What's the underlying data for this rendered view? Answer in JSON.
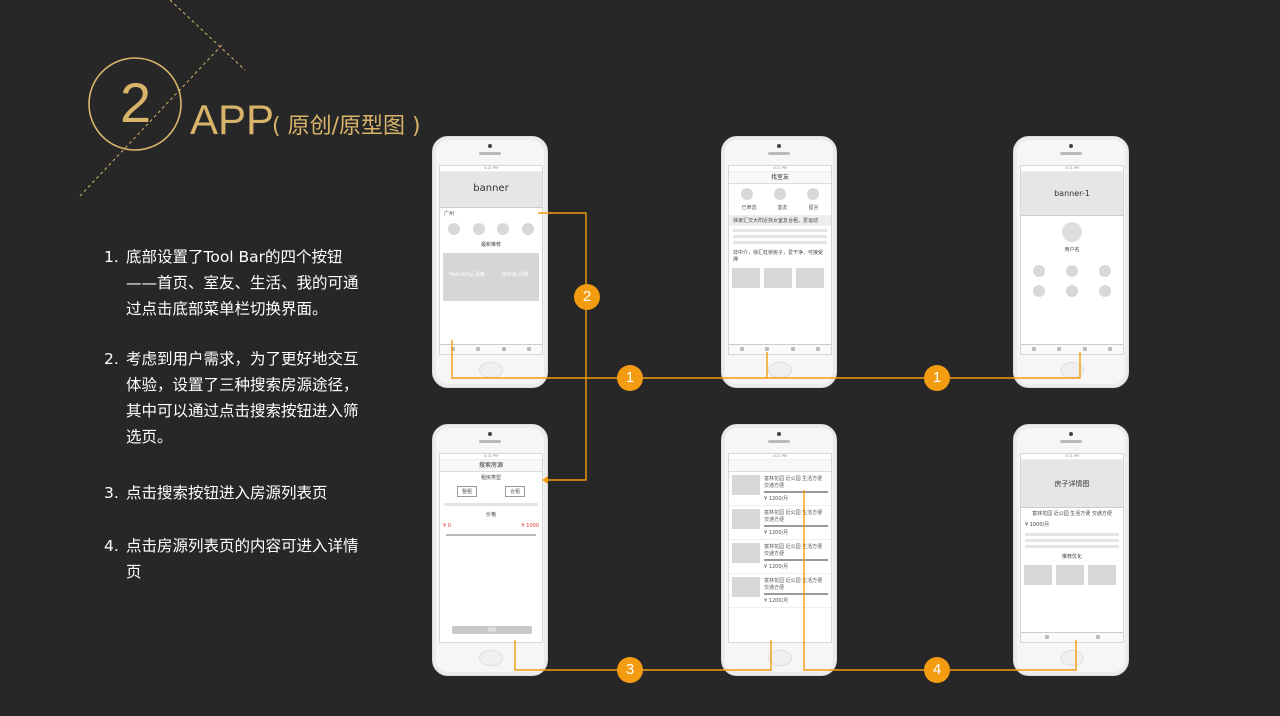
{
  "header": {
    "number": "2",
    "title": "APP",
    "subtitle": "( 原创/原型图 )"
  },
  "descriptions": [
    {
      "num": "1.",
      "text": "底部设置了Tool Bar的四个按钮——首页、室友、生活、我的可通过点击底部菜单栏切换界面。"
    },
    {
      "num": "2.",
      "text": "考虑到用户需求，为了更好地交互体验，设置了三种搜索房源途径，其中可以通过点击搜索按钮进入筛选页。"
    },
    {
      "num": "3.",
      "text": "点击搜索按钮进入房源列表页"
    },
    {
      "num": "4.",
      "text": "点击房源列表页的内容可进入详情页"
    }
  ],
  "phones": {
    "home": {
      "banner": "banner",
      "city": "广州",
      "section": "最新推荐",
      "box1": "HelloKitty 风格",
      "box2": "地中海 风格"
    },
    "roommate": {
      "title": "找室友",
      "c1": "已筛选",
      "c2": "室友",
      "c3": "留言",
      "post1": "徐家汇交大附近找女室友合租，爱运动",
      "post2": "非中介，徐汇虹桥房子，爱干净，可接受押"
    },
    "profile": {
      "banner": "banner-1",
      "name": "用户名"
    },
    "search": {
      "title": "搜索房源",
      "type": "租房类型",
      "opt1": "整租",
      "opt2": "合租",
      "price": "价格",
      "min": "¥ 0",
      "max": "¥ 1000",
      "button": "搜索"
    },
    "list": {
      "items": [
        "富林花园 近公园 生活方便 交通方便",
        "富林花园 近公园 生活方便 交通方便",
        "富林花园 近公园 生活方便 交通方便",
        "富林花园 近公园 生活方便 交通方便"
      ],
      "price": "¥ 1200/月"
    },
    "detail": {
      "banner": "房子详情图",
      "title": "富林花园 近公园 生活方便 交通方便",
      "price": "¥ 1000/月",
      "rec": "推荐优化"
    }
  },
  "markers": [
    "2",
    "1",
    "1",
    "3",
    "4"
  ],
  "colors": {
    "accent": "#f39c12",
    "gold": "#d8b46a",
    "background": "#272727"
  }
}
